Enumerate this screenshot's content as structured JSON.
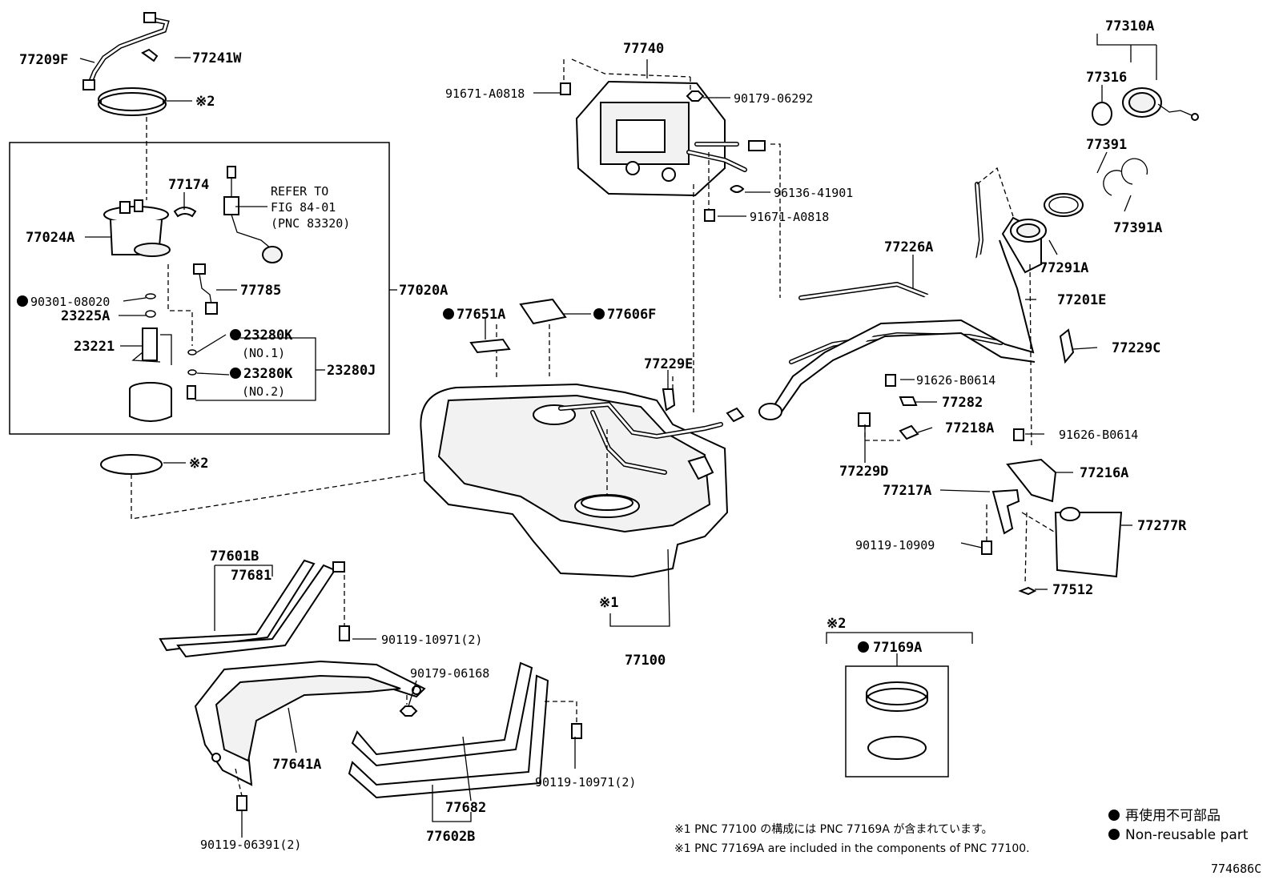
{
  "figure_id": "774686C",
  "labels": {
    "p77209F": "77209F",
    "p77241W": "77241W",
    "mark2_a": "※2",
    "p77174": "77174",
    "refer1": "REFER TO",
    "refer2": "FIG 84-01",
    "refer3": "(PNC 83320)",
    "p77024A": "77024A",
    "p90301": "90301-08020",
    "p77785": "77785",
    "p23225A": "23225A",
    "p23221": "23221",
    "p23280K1": "23280K",
    "no1": "(NO.1)",
    "p23280K2": "23280K",
    "no2": "(NO.2)",
    "p23280J": "23280J",
    "p77020A": "77020A",
    "mark2_b": "※2",
    "p77740": "77740",
    "p91671a": "91671-A0818",
    "p90179_06292": "90179-06292",
    "p96136": "96136-41901",
    "p91671b": "91671-A0818",
    "p77651A": "77651A",
    "p77606F": "77606F",
    "p77229E": "77229E",
    "p77310A": "77310A",
    "p77316": "77316",
    "p77391": "77391",
    "p77391A": "77391A",
    "p77291A": "77291A",
    "p77226A": "77226A",
    "p77201E": "77201E",
    "p77229C": "77229C",
    "p91626a": "91626-B0614",
    "p77282": "77282",
    "p77218A": "77218A",
    "p91626b": "91626-B0614",
    "p77229D": "77229D",
    "p77216A": "77216A",
    "p77217A": "77217A",
    "p77277R": "77277R",
    "p90119_10909": "90119-10909",
    "p77512": "77512",
    "p77601B": "77601B",
    "p77681": "77681",
    "p90119_10971a": "90119-10971(2)",
    "p90179_06168": "90179-06168",
    "p77641A": "77641A",
    "p90119_10971b": "90119-10971(2)",
    "p77682": "77682",
    "p77602B": "77602B",
    "p90119_06391": "90119-06391(2)",
    "mark1": "※1",
    "p77100": "77100",
    "mark2_c": "※2",
    "p77169A": "77169A"
  },
  "notes": {
    "note_jp": "※1 PNC 77100 の構成には PNC 77169A が含まれています。",
    "note_en": "※1 PNC 77169A are included in the components of PNC 77100."
  },
  "legend": {
    "jp": "再使用不可部品",
    "en": "Non-reusable part"
  }
}
